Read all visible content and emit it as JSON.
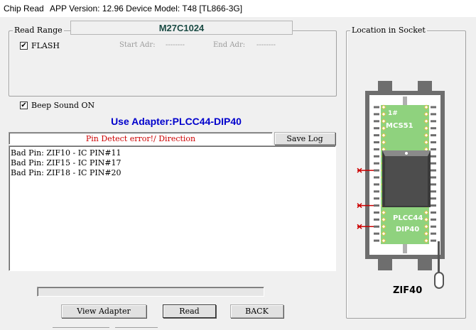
{
  "window": {
    "title": "Chip Read",
    "app_version": "APP Version: 12.96 Device Model: T48 [TL866-3G]"
  },
  "read_range": {
    "group_title": "Read Range",
    "chip_name": "M27C1024",
    "flash_label": "FLASH",
    "flash_checked": true,
    "start_adr_label": "Start Adr:",
    "start_adr_value": "--------",
    "end_adr_label": "End Adr:",
    "end_adr_value": "--------"
  },
  "beep": {
    "label": "Beep Sound ON",
    "checked": true
  },
  "adapter": {
    "text": "Use Adapter:PLCC44-DIP40",
    "color": "#0000cc"
  },
  "status": {
    "text": "Pin Detect error!/ Direction",
    "color": "#cc0000"
  },
  "save_log_label": "Save Log",
  "log_lines": [
    "Bad Pin: ZIF10 - IC PIN#11",
    "Bad Pin: ZIF15 - IC PIN#17",
    "Bad Pin: ZIF18 - IC PIN#20"
  ],
  "progress": {
    "value": 0
  },
  "buttons": {
    "view_adapter": "View Adapter",
    "read": "Read",
    "back": "BACK"
  },
  "socket": {
    "group_title": "Location in Socket",
    "pin1_label": "1#",
    "mcs_label": "MCS51",
    "plcc_label": "PLCC44",
    "dip_label": "DIP40",
    "zif_label": "ZIF40",
    "board_color": "#8fd27e",
    "error_color": "#cc0000",
    "bad_pins": [
      10,
      15,
      18
    ]
  }
}
